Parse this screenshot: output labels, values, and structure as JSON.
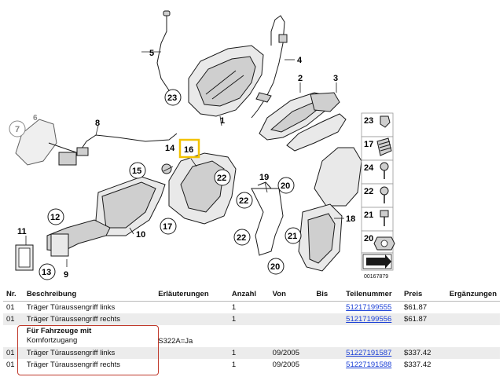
{
  "diagram": {
    "image_id": "00167879",
    "callouts": [
      "1",
      "2",
      "3",
      "4",
      "5",
      "6",
      "7",
      "8",
      "11",
      "12",
      "13",
      "9",
      "10",
      "14",
      "15",
      "16",
      "17",
      "18",
      "19",
      "20",
      "21",
      "22",
      "23"
    ]
  },
  "table": {
    "headers": [
      "Nr.",
      "Beschreibung",
      "Erläuterungen",
      "Anzahl",
      "Von",
      "Bis",
      "Teilenummer",
      "Preis",
      "Ergänzungen"
    ],
    "rows": [
      {
        "nr": "01",
        "desc": "Träger Türaussengriff links",
        "note": "",
        "qty": "1",
        "from": "",
        "to": "",
        "part": "51217199555",
        "price": "$61.87",
        "extra": ""
      },
      {
        "nr": "01",
        "desc": "Träger Türaussengriff rechts",
        "note": "",
        "qty": "1",
        "from": "",
        "to": "",
        "part": "51217199556",
        "price": "$61.87",
        "extra": ""
      },
      {
        "nr": "",
        "desc": "Für Fahrzeuge mit",
        "desc2": "Komfortzugang",
        "note": "S322A=Ja",
        "qty": "",
        "from": "",
        "to": "",
        "part": "",
        "price": "",
        "extra": ""
      },
      {
        "nr": "01",
        "desc": "Träger Türaussengriff links",
        "note": "",
        "qty": "1",
        "from": "09/2005",
        "to": "",
        "part": "51227191587",
        "price": "$337.42",
        "extra": ""
      },
      {
        "nr": "01",
        "desc": "Träger Türaussengriff rechts",
        "note": "",
        "qty": "1",
        "from": "09/2005",
        "to": "",
        "part": "51227191588",
        "price": "$337.42",
        "extra": ""
      }
    ]
  }
}
